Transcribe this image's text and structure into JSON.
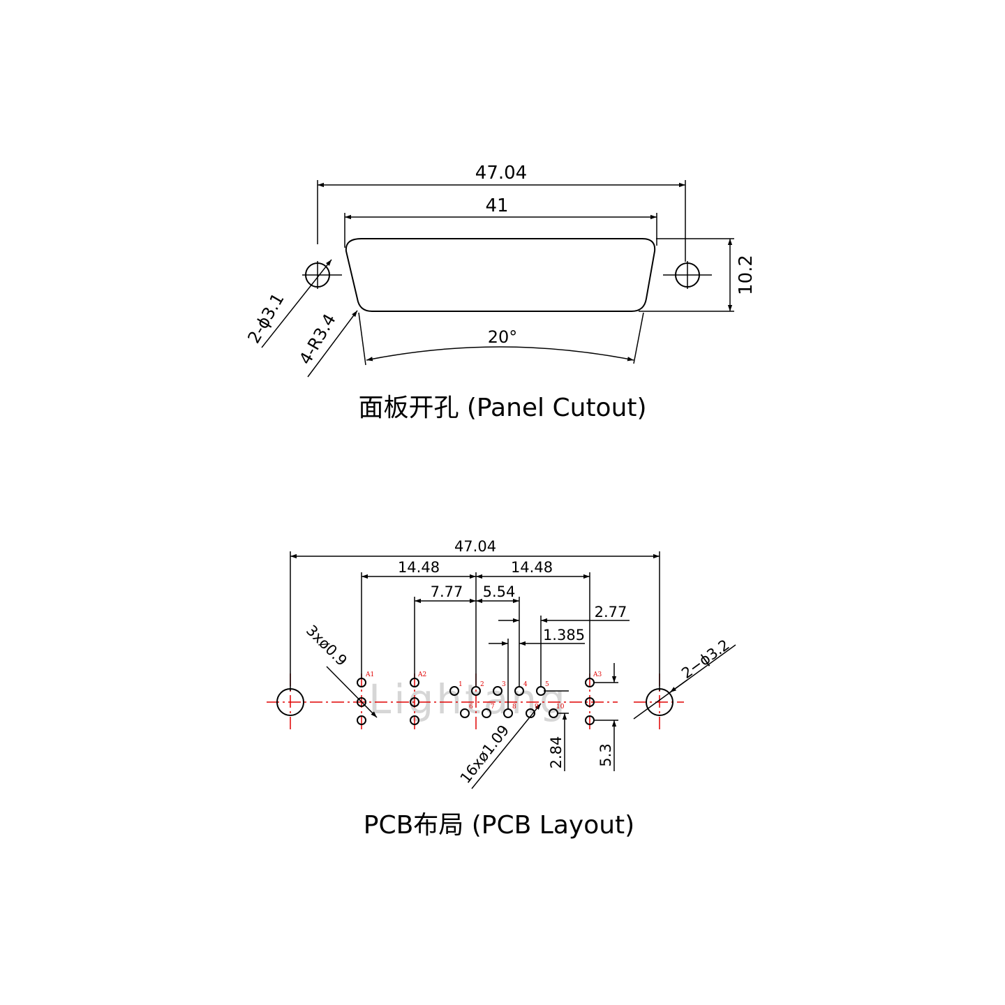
{
  "panel_cutout": {
    "caption": "面板开孔 (Panel Cutout)",
    "dim_overall": "47.04",
    "dim_shell": "41",
    "dim_height": "10.2",
    "dim_angle": "20°",
    "dim_hole": "2-ϕ3.1",
    "dim_radius": "4-R3.4"
  },
  "pcb_layout": {
    "caption": "PCB布局 (PCB Layout)",
    "watermark": "Lightang",
    "dim_overall": "47.04",
    "dim_left_half": "14.48",
    "dim_right_half": "14.48",
    "dim_a2_offset": "7.77",
    "dim_row_pitch": "5.54",
    "dim_pitch": "2.77",
    "dim_half_pitch": "1.385",
    "dim_coax_holes": "3xø0.9",
    "dim_signal_holes": "16xø1.09",
    "dim_mount_holes": "2−ϕ3.2",
    "dim_row_spacing": "2.84",
    "dim_coax_spacing": "5.3",
    "pin_labels": {
      "a1": "A1",
      "a2": "A2",
      "a3": "A3",
      "p1": "1",
      "p2": "2",
      "p3": "3",
      "p4": "4",
      "p5": "5",
      "p6": "6",
      "p7": "7",
      "p8": "8",
      "p9": "9",
      "p10": "10"
    }
  },
  "colors": {
    "line": "#000000",
    "centerline": "#e00000",
    "watermark": "#d6d6d6"
  }
}
